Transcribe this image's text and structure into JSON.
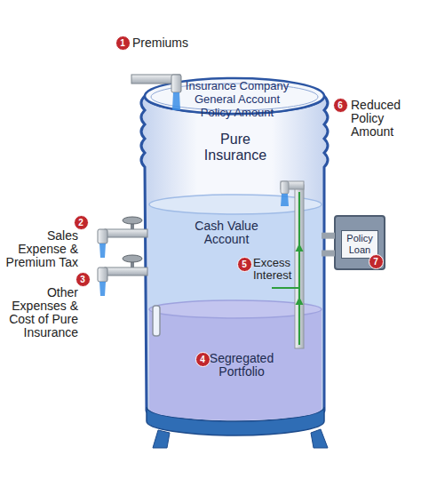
{
  "diagram": {
    "nodes": [
      {
        "text": [
          "Insurance Company General Account Policy Amount",
          "Pure Insurance"
        ]
      },
      {
        "text": [
          "Cash Value Account"
        ],
        "in": 0
      },
      {
        "text": [
          "Segregated Portfolio"
        ],
        "in": 0
      },
      {
        "text": [
          "Policy Loan"
        ]
      }
    ],
    "edges": [
      {
        "from": 1,
        "to": 3,
        "arrow": "none"
      },
      {
        "from": 1,
        "to": 3,
        "arrow": "none"
      }
    ],
    "labels": [
      "1",
      "Premiums",
      "2",
      "Sales Expense & Premium Tax",
      "3",
      "Other Expenses & Cost of Pure Insurance",
      "5",
      "Excess Interest",
      "4",
      "6",
      "Reduced Policy Amount",
      "7"
    ]
  }
}
